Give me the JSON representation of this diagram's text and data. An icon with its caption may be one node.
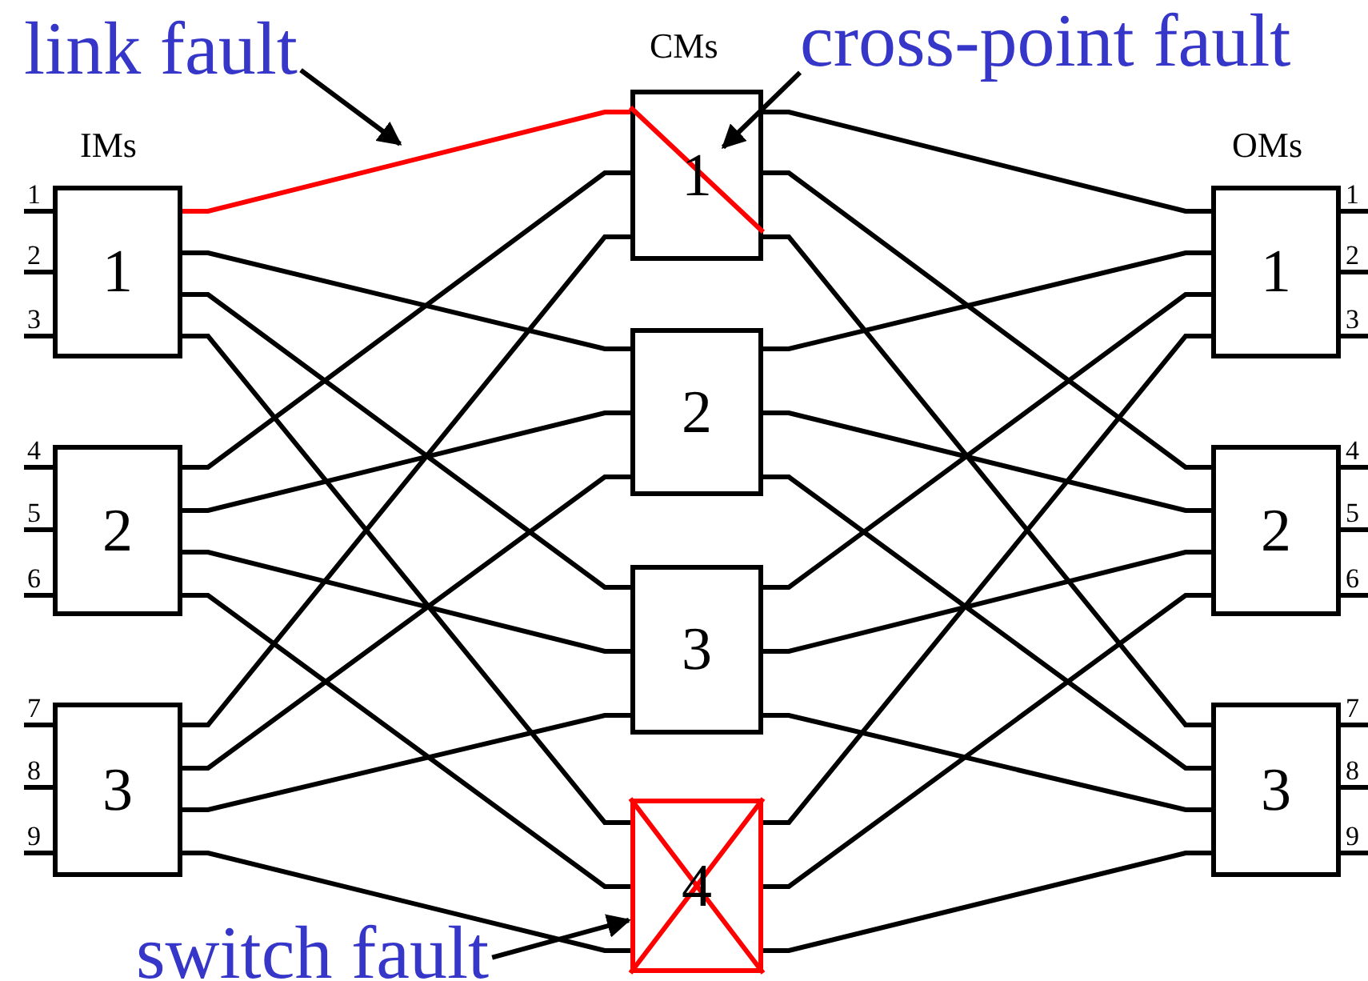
{
  "diagram": {
    "nodes": [
      {
        "text": [
          "1"
        ],
        "beside": [
          "1",
          "2",
          "3"
        ]
      },
      {
        "text": [
          "2"
        ],
        "beside": [
          "4",
          "5",
          "6"
        ]
      },
      {
        "text": [
          "3"
        ],
        "beside": [
          "7",
          "8",
          "9"
        ]
      },
      {
        "text": [
          "1"
        ]
      },
      {
        "text": [
          "2"
        ]
      },
      {
        "text": [
          "3"
        ]
      },
      {
        "text": [
          "4"
        ]
      },
      {
        "text": [
          "1"
        ],
        "beside": [
          "1",
          "2",
          "3"
        ]
      },
      {
        "text": [
          "2"
        ],
        "beside": [
          "4",
          "5",
          "6"
        ]
      },
      {
        "text": [
          "3"
        ],
        "beside": [
          "7",
          "8",
          "9"
        ]
      },
      {
        "text": [
          "link fault"
        ]
      },
      {
        "text": [
          "cross-point fault"
        ]
      },
      {
        "text": [
          "switch fault"
        ]
      }
    ],
    "edges": [
      {
        "from": 0,
        "to": 3,
        "arrow": "none",
        "color": "#ff0000"
      },
      {
        "from": 0,
        "to": 4,
        "arrow": "none"
      },
      {
        "from": 0,
        "to": 5,
        "arrow": "none"
      },
      {
        "from": 0,
        "to": 6,
        "arrow": "none"
      },
      {
        "from": 1,
        "to": 3,
        "arrow": "none"
      },
      {
        "from": 1,
        "to": 4,
        "arrow": "none"
      },
      {
        "from": 1,
        "to": 5,
        "arrow": "none"
      },
      {
        "from": 1,
        "to": 6,
        "arrow": "none"
      },
      {
        "from": 2,
        "to": 3,
        "arrow": "none"
      },
      {
        "from": 2,
        "to": 4,
        "arrow": "none"
      },
      {
        "from": 2,
        "to": 5,
        "arrow": "none"
      },
      {
        "from": 2,
        "to": 6,
        "arrow": "none"
      },
      {
        "from": 3,
        "to": 7,
        "arrow": "none"
      },
      {
        "from": 3,
        "to": 8,
        "arrow": "none"
      },
      {
        "from": 3,
        "to": 9,
        "arrow": "none"
      },
      {
        "from": 4,
        "to": 7,
        "arrow": "none"
      },
      {
        "from": 4,
        "to": 8,
        "arrow": "none"
      },
      {
        "from": 4,
        "to": 9,
        "arrow": "none"
      },
      {
        "from": 5,
        "to": 7,
        "arrow": "none"
      },
      {
        "from": 5,
        "to": 8,
        "arrow": "none"
      },
      {
        "from": 5,
        "to": 9,
        "arrow": "none"
      },
      {
        "from": 6,
        "to": 7,
        "arrow": "none"
      },
      {
        "from": 6,
        "to": 8,
        "arrow": "none"
      },
      {
        "from": 6,
        "to": 9,
        "arrow": "none"
      },
      {
        "from": 10,
        "to": null,
        "arrow": "to"
      },
      {
        "from": 11,
        "to": 3,
        "arrow": "to"
      },
      {
        "from": 12,
        "to": 6,
        "arrow": "to"
      }
    ],
    "labels": [
      "CMs",
      "IMs",
      "OMs"
    ]
  }
}
